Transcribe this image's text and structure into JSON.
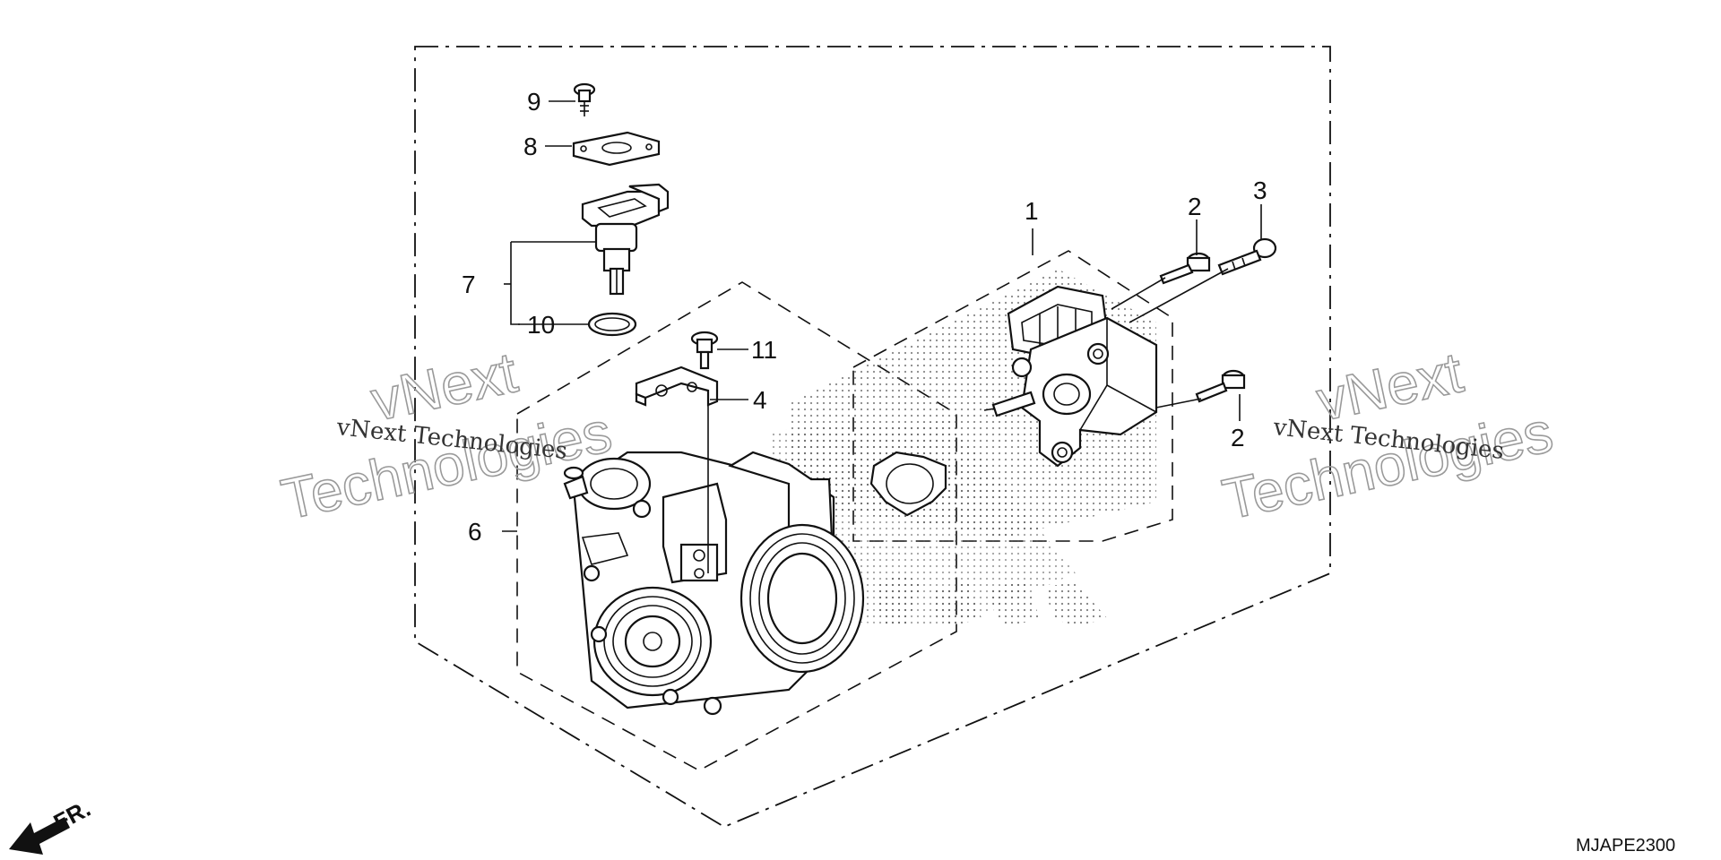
{
  "diagram": {
    "callouts": {
      "c1": "1",
      "c2a": "2",
      "c2b": "2",
      "c3": "3",
      "c4": "4",
      "c6": "6",
      "c7": "7",
      "c8": "8",
      "c9": "9",
      "c10": "10",
      "c11": "11"
    },
    "diagram_code": "MJAPE2300",
    "direction_label": "FR.",
    "watermark": {
      "small": "vNext Technologies",
      "big_line1": "vNext",
      "big_line2": "Technologies"
    },
    "icons": {
      "direction_arrow": "front-direction-arrow-icon",
      "honda_logo": "honda-wing-logo-icon"
    }
  }
}
